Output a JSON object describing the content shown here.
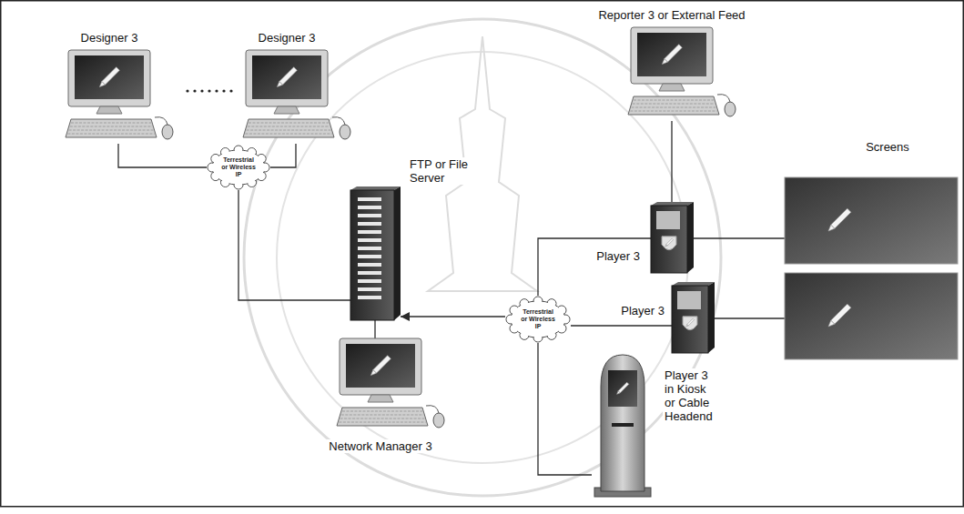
{
  "diagram": {
    "nodes": [
      {
        "text": [
          "Designer 3"
        ]
      },
      {
        "text": [
          "Designer 3"
        ]
      },
      {
        "text": [
          "Reporter 3 or External Feed"
        ]
      },
      {
        "text": [
          "Screens"
        ]
      },
      {
        "text": [
          "Terrestrial or Wireless IP"
        ]
      },
      {
        "text": [
          "FTP or File Server"
        ]
      },
      {
        "text": [
          "Player 3"
        ]
      },
      {
        "text": [
          "Terrestrial or Wireless IP"
        ]
      },
      {
        "text": [
          "Player 3"
        ]
      },
      {
        "text": [
          "Player 3 in Kiosk or Cable Headend"
        ]
      },
      {
        "text": [
          "Network Manager 3"
        ]
      }
    ],
    "edges": [
      {
        "from": 0,
        "to": 4,
        "arrow": "none"
      },
      {
        "from": 1,
        "to": 4,
        "arrow": "none"
      },
      {
        "from": 4,
        "to": 5,
        "arrow": "none"
      },
      {
        "from": 2,
        "to": 6,
        "arrow": "none"
      },
      {
        "from": 6,
        "to": 3,
        "arrow": "none"
      },
      {
        "from": 7,
        "to": 5,
        "arrow": "to"
      },
      {
        "from": 7,
        "to": 6,
        "arrow": "none"
      },
      {
        "from": 7,
        "to": 8,
        "arrow": "none"
      },
      {
        "from": 8,
        "to": 3,
        "arrow": "none"
      },
      {
        "from": 7,
        "to": 9,
        "arrow": "none"
      },
      {
        "from": 5,
        "to": 10,
        "arrow": "none"
      }
    ]
  }
}
